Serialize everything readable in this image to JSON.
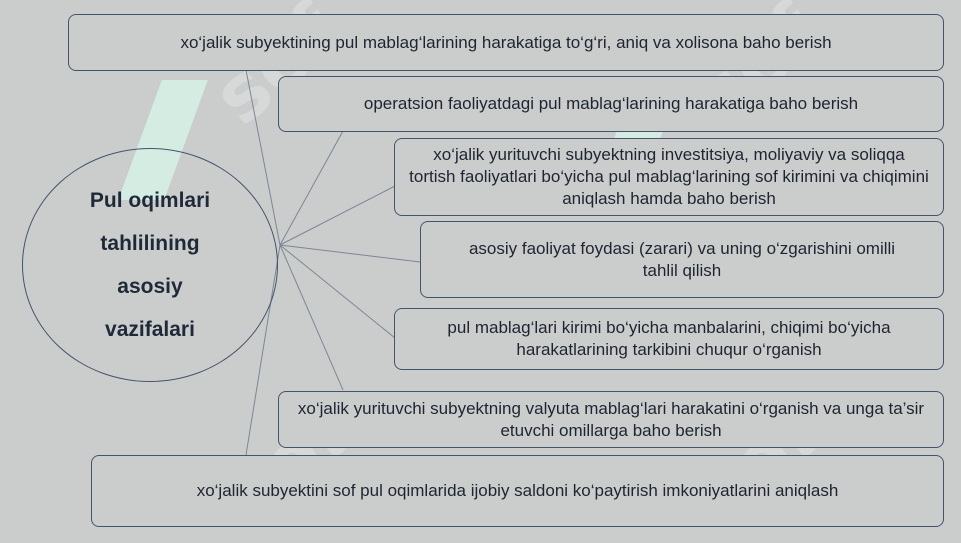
{
  "center": {
    "lines": [
      "Pul oqimlari",
      "tahlilining",
      "asosiy",
      "vazifalari"
    ]
  },
  "tasks": [
    {
      "text": "xo‘jalik subyektining pul mablag‘larining harakatiga to‘g‘ri, aniq va xolisona baho berish"
    },
    {
      "text": "operatsion faoliyatdagi pul mablag‘larining harakatiga baho berish"
    },
    {
      "text": "xo‘jalik yurituvchi subyektning investitsiya, moliyaviy va soliqqa tortish faoliyatlari bo‘yicha pul mablag‘larining sof kirimini va chiqimini aniqlash hamda baho berish"
    },
    {
      "text": "asosiy faoliyat foydasi (zarari) va uning o‘zgarishini omilli tahlil qilish"
    },
    {
      "text": "pul mablag‘lari kirimi bo‘yicha manbalarini, chiqimi bo‘yicha harakatlarining tarkibini chuqur o‘rganish"
    },
    {
      "text": "xo‘jalik yurituvchi subyektning valyuta mablag‘lari harakatini o‘rganish va unga ta’sir etuvchi omillarga baho berish"
    },
    {
      "text": "xo‘jalik subyektini sof pul oqimlarida ijobiy saldoni ko‘paytirish imkoniyatlarini aniqlash"
    }
  ],
  "watermark": {
    "text": "sof"
  },
  "colors": {
    "background": "#cbcdcd",
    "outline": "#44546a",
    "connector": "#7b8794"
  }
}
